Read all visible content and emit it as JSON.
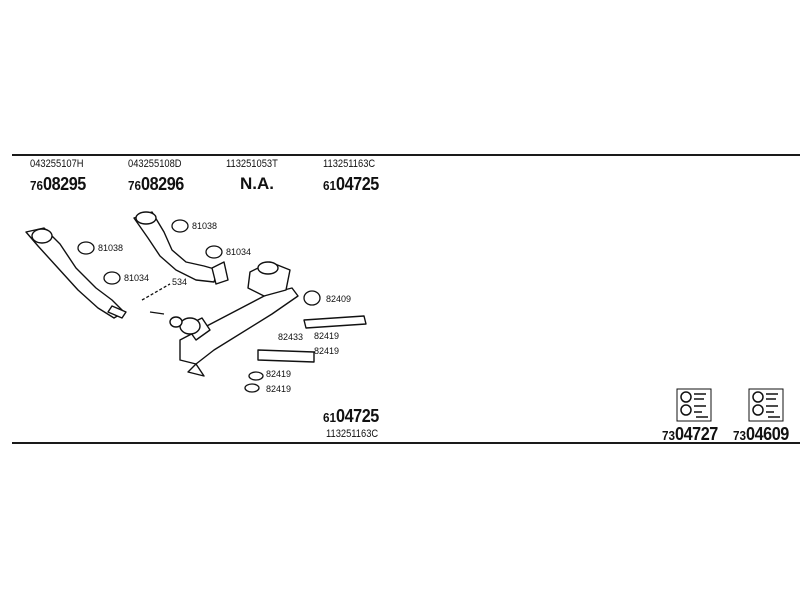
{
  "header": {
    "columns": [
      {
        "oem": "043255107H",
        "prefix": "76",
        "main": "08295"
      },
      {
        "oem": "043255108D",
        "prefix": "76",
        "main": "08296"
      },
      {
        "oem": "113251053T",
        "na": "N.A."
      },
      {
        "oem": "113251163C",
        "prefix": "61",
        "main": "04725"
      }
    ]
  },
  "callouts": {
    "c81038a": "81038",
    "c81034a": "81034",
    "c81038b": "81038",
    "c81034b": "81034",
    "c534": "534",
    "c82409": "82409",
    "c82433": "82433",
    "c82419a": "82419",
    "c82419b": "82419",
    "c82419c": "82419",
    "c82419d": "82419"
  },
  "footer": {
    "center": {
      "prefix": "61",
      "main": "04725",
      "oem": "113251163C"
    },
    "kits": [
      {
        "prefix": "73",
        "main": "04727"
      },
      {
        "prefix": "73",
        "main": "04609"
      }
    ]
  }
}
